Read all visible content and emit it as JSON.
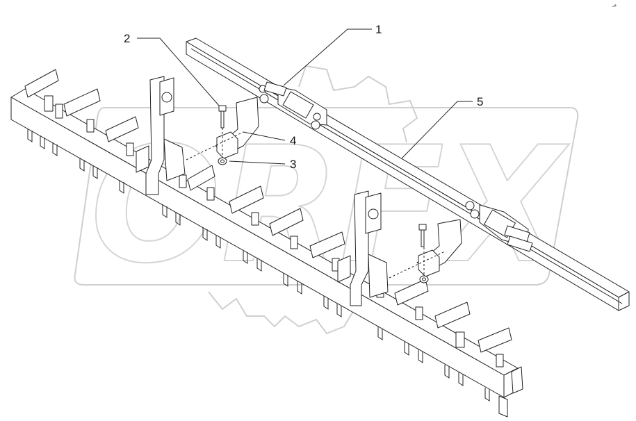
{
  "watermark": {
    "text": "ORFX"
  },
  "callouts": [
    {
      "id": "1",
      "label": "1"
    },
    {
      "id": "2",
      "label": "2"
    },
    {
      "id": "3",
      "label": "3"
    },
    {
      "id": "4",
      "label": "4"
    },
    {
      "id": "5",
      "label": "5"
    }
  ],
  "corner_mark": "⬏"
}
